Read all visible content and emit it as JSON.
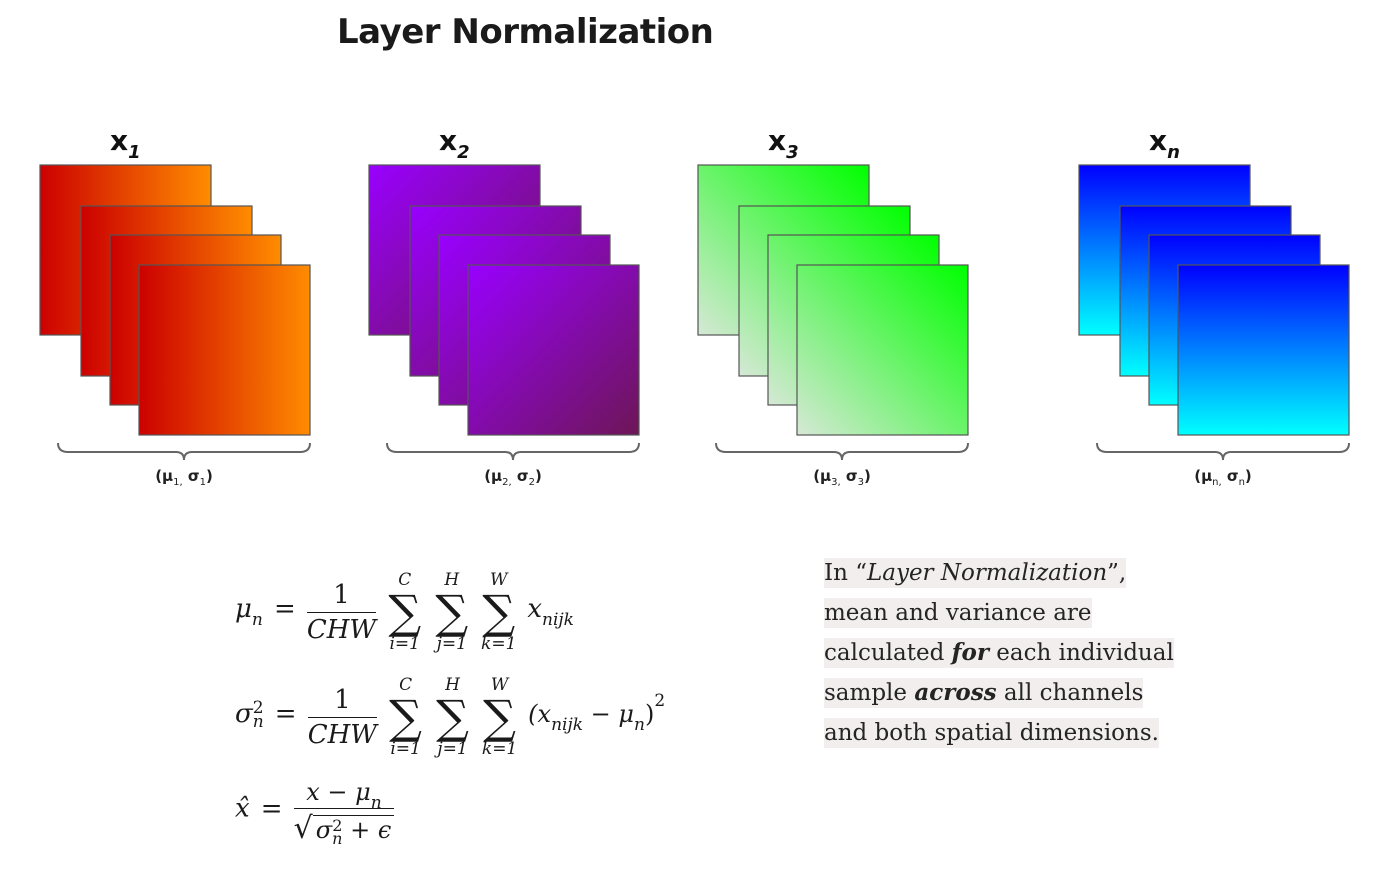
{
  "title": "Layer Normalization",
  "colors": {
    "red": [
      "#cc0000",
      "#ff8c00"
    ],
    "purple": [
      "#9900ff",
      "#6d1656"
    ],
    "green": [
      "#d6e8d6",
      "#00ff00"
    ],
    "blue": [
      "#0000ff",
      "#00ffff"
    ]
  },
  "samples": [
    {
      "label": "x",
      "index": "1",
      "stat_mu": "μ",
      "stat_mu_sub": "1,",
      "stat_sigma": "σ",
      "stat_sigma_sub": "1"
    },
    {
      "label": "x",
      "index": "2",
      "stat_mu": "μ",
      "stat_mu_sub": "2,",
      "stat_sigma": "σ",
      "stat_sigma_sub": "2"
    },
    {
      "label": "x",
      "index": "3",
      "stat_mu": "μ",
      "stat_mu_sub": "3,",
      "stat_sigma": "σ",
      "stat_sigma_sub": "3"
    },
    {
      "label": "x",
      "index": "n",
      "stat_mu": "μ",
      "stat_mu_sub": "n,",
      "stat_sigma": "σ",
      "stat_sigma_sub": "n"
    }
  ],
  "equations": {
    "mean": {
      "lhs": "μ",
      "lhs_sub": "n",
      "eq": "=",
      "num": "1",
      "den": "CHW",
      "sums": [
        {
          "top": "C",
          "bot": "i=1"
        },
        {
          "top": "H",
          "bot": "j=1"
        },
        {
          "top": "W",
          "bot": "k=1"
        }
      ],
      "term": "x",
      "term_sub": "nijk"
    },
    "variance": {
      "lhs": "σ",
      "lhs_sup": "2",
      "lhs_sub": "n",
      "eq": "=",
      "num": "1",
      "den": "CHW",
      "sums": [
        {
          "top": "C",
          "bot": "i=1"
        },
        {
          "top": "H",
          "bot": "j=1"
        },
        {
          "top": "W",
          "bot": "k=1"
        }
      ],
      "term_open": "(x",
      "term_sub": "nijk",
      "term_minus": " − μ",
      "term_mu_sub": "n",
      "term_close": ")",
      "term_sup": "2"
    },
    "normalize": {
      "lhs": "x̂",
      "eq": "=",
      "num": "x − μ",
      "num_sub": "n",
      "den_sigma": "σ",
      "den_sup": "2",
      "den_sub": "n",
      "den_rest": " + ϵ"
    }
  },
  "description": {
    "p1": "In “",
    "p2": "Layer Normalization",
    "p3": "”, mean and variance are calculated ",
    "p4": "for",
    "p5": " each individual sample ",
    "p6": "across",
    "p7": " all channels and both spatial dimensions."
  }
}
